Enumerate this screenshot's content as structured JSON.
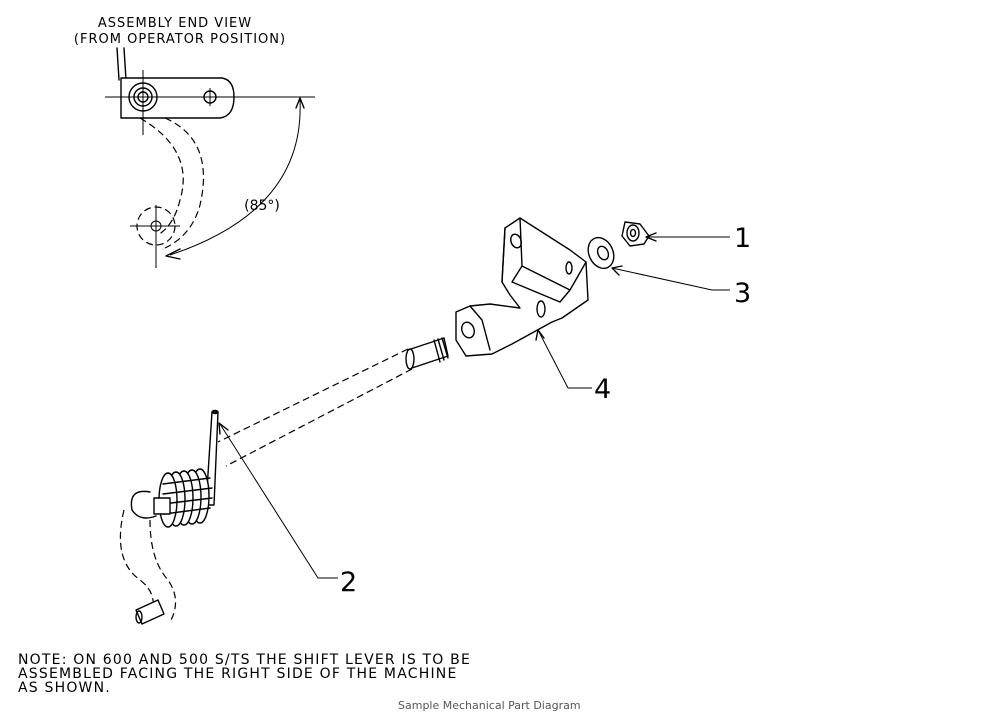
{
  "end_view": {
    "title_line1": "ASSEMBLY END VIEW",
    "title_line2": "(FROM OPERATOR POSITION)",
    "angle_label": "(85°)"
  },
  "callouts": [
    {
      "id": "1"
    },
    {
      "id": "2"
    },
    {
      "id": "3"
    },
    {
      "id": "4"
    }
  ],
  "note": {
    "line1": "NOTE: ON 600 AND 500 S/TS THE SHIFT LEVER IS TO BE",
    "line2": "ASSEMBLED FACING THE RIGHT SIDE OF THE MACHINE",
    "line3": "AS SHOWN."
  },
  "footer": {
    "text": "Sample Mechanical Part Diagram"
  }
}
